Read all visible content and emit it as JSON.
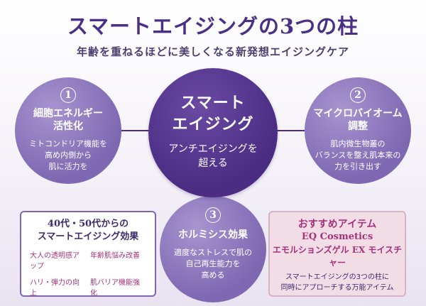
{
  "header": {
    "title": "スマートエイジングの3つの柱",
    "subtitle": "年齢を重ねるほどに美しくなる新発想エイジングケア"
  },
  "center": {
    "title_line1": "スマート",
    "title_line2": "エイジング",
    "sub_line1": "アンチエイジングを",
    "sub_line2": "超える"
  },
  "pillars": [
    {
      "number": "1",
      "title_line1": "細胞エネルギー",
      "title_line2": "活性化",
      "desc_line1": "ミトコンドリア機能を",
      "desc_line2": "高め内側から",
      "desc_line3": "肌に活力を"
    },
    {
      "number": "2",
      "title_line1": "マイクロバイオーム",
      "title_line2": "調整",
      "desc_line1": "肌内微生物叢の",
      "desc_line2": "バランスを整え肌本来の",
      "desc_line3": "力を引き出す"
    },
    {
      "number": "3",
      "title_line1": "ホルミシス効果",
      "desc_line1": "適度なストレスで肌の",
      "desc_line2": "自己再生能力を",
      "desc_line3": "高める"
    }
  ],
  "effects_box": {
    "title_line1": "40代・50代からの",
    "title_line2": "スマートエイジング効果",
    "items": [
      "大人の透明感アップ",
      "年齢肌悩み改善",
      "ハリ・弾力の向上",
      "肌バリア機能強化"
    ]
  },
  "recommend_box": {
    "heading": "おすすめアイテム",
    "brand": "EQ Cosmetics",
    "product": "エモルションズゲル EX モイスチャー",
    "desc_line1": "スマートエイジングの3つの柱に",
    "desc_line2": "同時にアプローチする万能アイテム"
  },
  "colors": {
    "primary": "#4a2c83",
    "pillar": "#7e68b2",
    "accent_pink": "#a4337a",
    "recommend_bg": "#f2dde6"
  }
}
